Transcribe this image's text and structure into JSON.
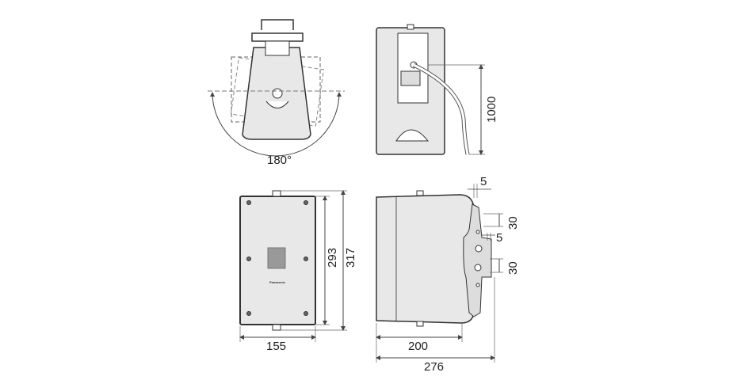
{
  "views": {
    "rotation": {
      "angle_label": "180°"
    },
    "rear": {
      "cable_length_label": "1000"
    },
    "front": {
      "width_label": "155",
      "height_body_label": "293",
      "height_total_label": "317",
      "logo_text": "Panasonic"
    },
    "side": {
      "depth_body_label": "200",
      "depth_total_label": "276",
      "offset_top_label": "5",
      "slot_top_label": "30",
      "offset_mid_label": "5",
      "slot_bottom_label": "30"
    }
  },
  "colors": {
    "line": "#333333",
    "fill": "#e8e8e8",
    "dim": "#444444"
  }
}
